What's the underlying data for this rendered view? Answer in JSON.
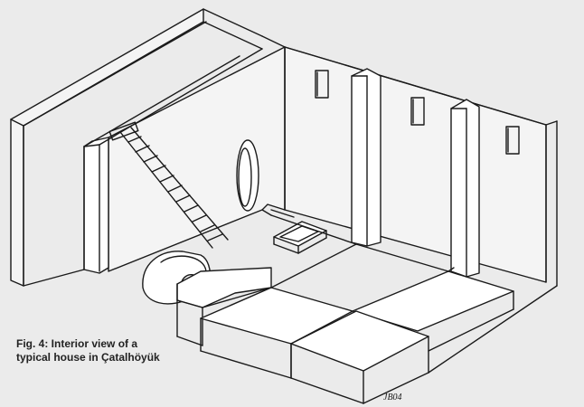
{
  "figure": {
    "caption_line1": "Fig. 4: Interior view of a",
    "caption_line2": "typical house in Çatalhöyük",
    "signature": "JB04"
  },
  "colors": {
    "background": "#ebebeb",
    "ink": "#1a1a1a"
  }
}
